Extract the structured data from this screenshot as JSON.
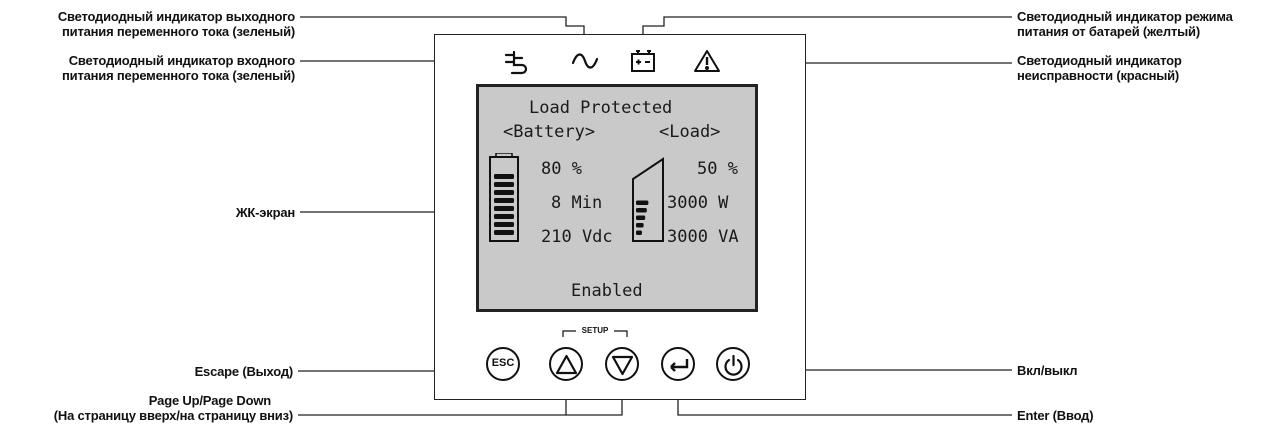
{
  "callouts": {
    "ac_output": [
      "Светодиодный индикатор выходного",
      "питания переменного тока (зеленый)"
    ],
    "ac_input": [
      "Светодиодный индикатор входного",
      "питания переменного тока (зеленый)"
    ],
    "lcd": [
      "ЖК-экран"
    ],
    "escape": [
      "Escape (Выход)"
    ],
    "page_updown": [
      "Page Up/Page Down",
      "(На страницу вверх/на страницу вниз)"
    ],
    "battery_mode": [
      "Светодиодный индикатор режима",
      "питания от батарей (желтый)"
    ],
    "fault": [
      "Светодиодный индикатор",
      "неисправности (красный)"
    ],
    "onoff": [
      "Вкл/выкл"
    ],
    "enter": [
      "Enter (Ввод)"
    ]
  },
  "lcd": {
    "title": "Load Protected",
    "battery_header": "<Battery>",
    "load_header": "<Load>",
    "battery_percent": "80 %",
    "runtime": "8 Min",
    "voltage": "210 Vdc",
    "load_percent": "50 %",
    "watts": "3000 W",
    "va": "3000 VA",
    "status": "Enabled",
    "battery_level": 0.8,
    "load_level": 0.5
  },
  "buttons": {
    "esc_label": "ESC",
    "setup_label": "SETUP"
  },
  "icons": {
    "input": "plug-icon",
    "output": "sine-wave-icon",
    "battery": "battery-icon",
    "fault": "warning-triangle-icon",
    "up": "triangle-up-icon",
    "down": "triangle-down-icon",
    "enter": "enter-return-icon",
    "power": "power-icon"
  }
}
